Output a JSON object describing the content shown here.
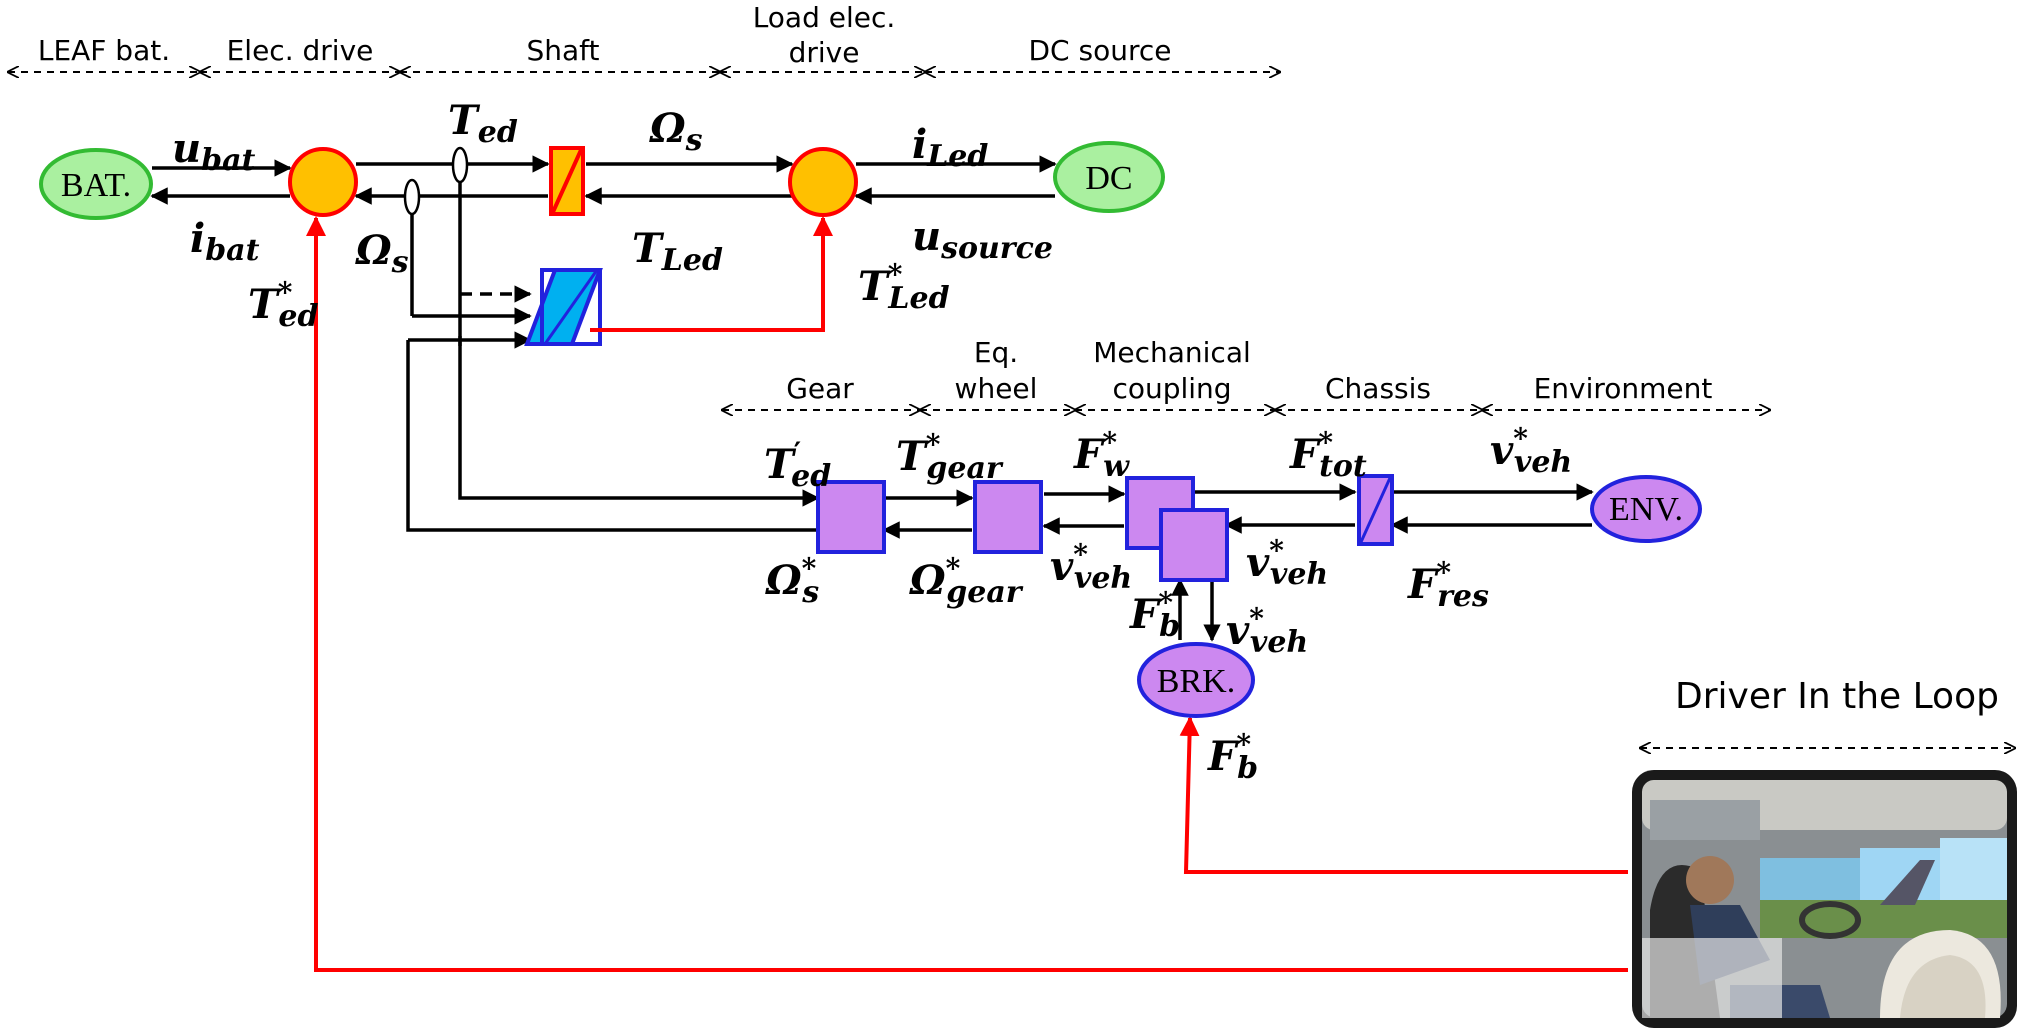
{
  "sections_top": [
    "LEAF bat.",
    "Elec. drive",
    "Shaft",
    "Load elec.",
    "drive",
    "DC source"
  ],
  "sections_mid": [
    "Gear",
    "Eq.",
    "wheel",
    "Mechanical",
    "coupling",
    "Chassis",
    "Environment"
  ],
  "nodes": {
    "battery": "BAT.",
    "dc_source": "DC",
    "environment": "ENV.",
    "brake": "BRK."
  },
  "driver_loop_label": "Driver In the Loop",
  "variables": {
    "u": "u",
    "i": "i",
    "T": "T",
    "Omega": "Ω",
    "F": "F",
    "v": "v",
    "bat": "bat",
    "ed": "ed",
    "s": "s",
    "Led": "Led",
    "source": "source",
    "gear": "gear",
    "w": "w",
    "tot": "tot",
    "veh": "veh",
    "res": "res",
    "b": "b",
    "star": "*",
    "prime": "′"
  },
  "colors": {
    "battery_fill": "#aaf0a0",
    "battery_stroke": "#33bb33",
    "electric_node_fill": "#ffc000",
    "electric_node_stroke": "#ff0000",
    "converter_fill": "#ffc000",
    "strategy_fill": "#00b0f0",
    "mechanical_fill": "#cc88f0",
    "mechanical_stroke": "#2222dd",
    "control_line": "#ff0000"
  }
}
